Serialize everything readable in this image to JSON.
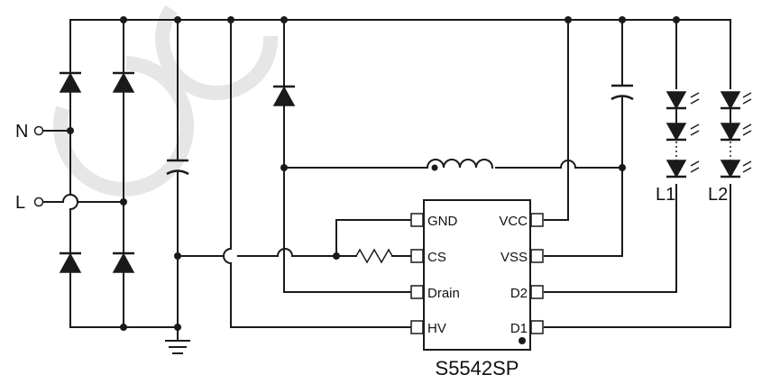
{
  "inputs": {
    "neutral": "N",
    "line": "L"
  },
  "chip": {
    "part_number": "S5542SP",
    "left_pins": [
      "GND",
      "CS",
      "Drain",
      "HV"
    ],
    "right_pins": [
      "VCC",
      "VSS",
      "D2",
      "D1"
    ]
  },
  "led_strings": [
    "L1",
    "L2"
  ]
}
